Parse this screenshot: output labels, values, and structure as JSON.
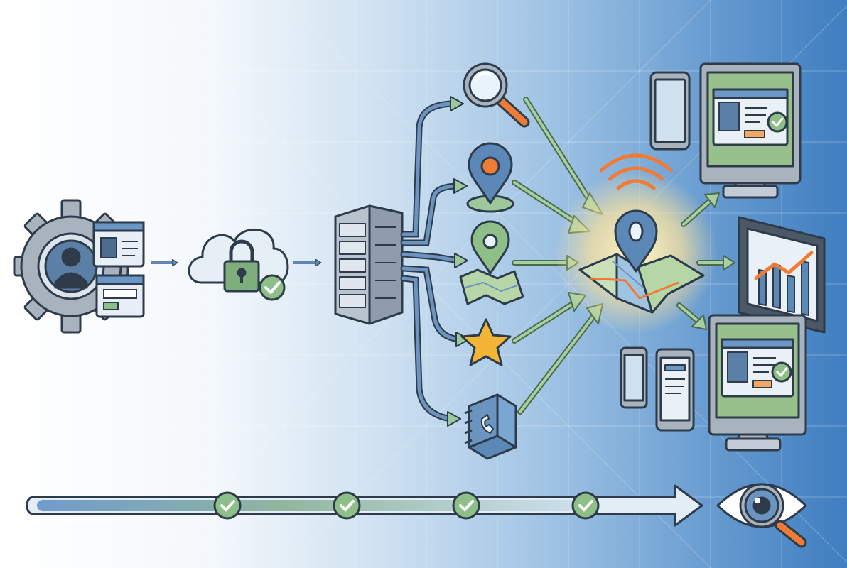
{
  "colors": {
    "background_light": "#ffffff",
    "background_mid": "#a9cbe8",
    "background_dark": "#3d7dbf",
    "outline": "#2d3b4a",
    "gray": "#9aa5b1",
    "blue_icon": "#5b88b6",
    "green_accent": "#8fbf88",
    "green_arrow": "#9cc89a",
    "orange_accent": "#f07b35",
    "yellow_star": "#f2b535",
    "glow": "#ffe9a6"
  },
  "flow": {
    "step1": "identity-settings-gear-icon",
    "step2": "secure-cloud-lock-icon",
    "step3": "server-rack-icon"
  },
  "sources": [
    "magnifier-icon",
    "location-pin-icon",
    "map-pin-icon",
    "favorite-star-icon",
    "address-book-icon"
  ],
  "hub": "geo-location-map-icon",
  "outputs": [
    "desktop-profile-screen",
    "tablet-analytics-screen",
    "mobile-devices-profile-screen"
  ],
  "progress": {
    "steps_total": 4,
    "steps_completed": 4,
    "end_icon": "eye-magnifier-icon"
  }
}
